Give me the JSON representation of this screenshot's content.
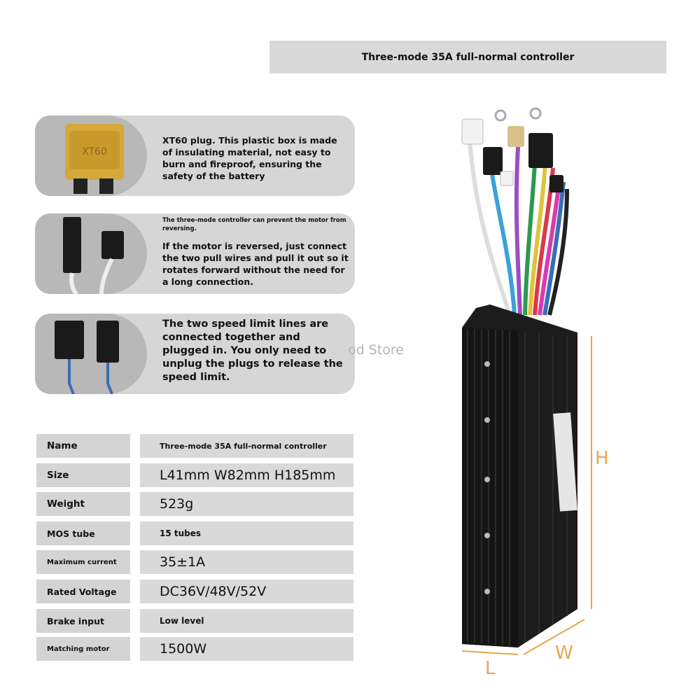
{
  "title": "Three-mode 35A full-normal controller",
  "features": [
    {
      "text": "XT60 plug. This plastic box is made of insulating material, not easy to burn and fireproof, ensuring the safety of the battery",
      "image_label": "XT60"
    },
    {
      "small": "The three-mode controller can prevent the motor from reversing.",
      "text": "If the motor is reversed, just connect the two pull wires and pull it out so it rotates forward without the need for a long connection."
    },
    {
      "text": "The two speed limit lines are connected together and plugged in. You only need to unplug the plugs to release the speed limit."
    }
  ],
  "watermark": "od Store",
  "specs": [
    {
      "label": "Name",
      "value": "Three-mode 35A full-normal controller"
    },
    {
      "label": "Size",
      "value": "L41mm  W82mm  H185mm"
    },
    {
      "label": "Weight",
      "value": "523g"
    },
    {
      "label": "MOS tube",
      "value": "15 tubes"
    },
    {
      "label": "Maximum current",
      "value": "35±1A"
    },
    {
      "label": "Rated Voltage",
      "value": "DC36V/48V/52V"
    },
    {
      "label": "Brake input",
      "value": "Low level"
    },
    {
      "label": "Matching motor",
      "value": "1500W"
    }
  ],
  "dimensions": {
    "h": "H",
    "l": "L",
    "w": "W"
  },
  "colors": {
    "accent": "#e8a54a",
    "panel": "#d6d6d6",
    "thumb": "#b8b8b8"
  }
}
